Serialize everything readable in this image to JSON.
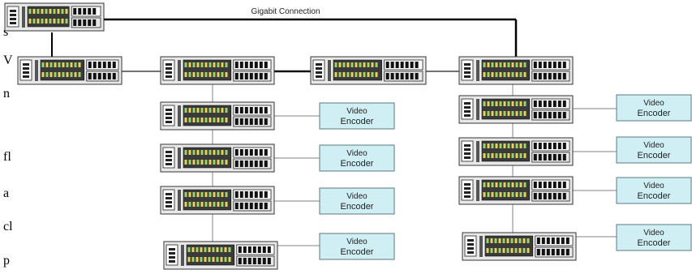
{
  "diagram": {
    "header_label": "Gigabit Connection",
    "encoder_line1": "Video",
    "encoder_line2": "Encoder",
    "background_fragments": [
      "s",
      "V",
      "n",
      "fl",
      "a",
      "cl",
      "p"
    ],
    "colors": {
      "link": "#000000",
      "gray_link": "#9a9a9a",
      "encoder_fill": "#cfeff4",
      "encoder_stroke": "#5b7a80",
      "device_body": "#e8e8e8",
      "device_stroke": "#333333",
      "port_green": "#9ed36a",
      "port_yellow": "#e8d15a"
    }
  }
}
